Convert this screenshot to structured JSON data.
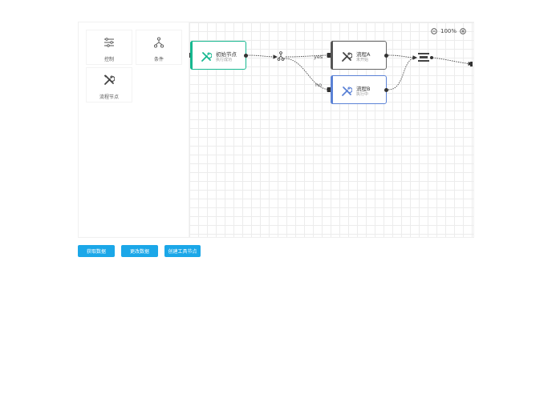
{
  "palette": {
    "items": [
      {
        "label": "控制",
        "icon": "sliders-icon"
      },
      {
        "label": "条件",
        "icon": "branch-icon"
      },
      {
        "label": "流程节点",
        "icon": "tools-icon"
      }
    ]
  },
  "canvas": {
    "zoom_label": "100%",
    "nodes": [
      {
        "title": "初始节点",
        "status": "执行成功",
        "accent": "#17b890"
      },
      {
        "title": "流程A",
        "status": "未开始",
        "accent": "#555555"
      },
      {
        "title": "流程B",
        "status": "执行中",
        "accent": "#5b82d6"
      }
    ],
    "edges": {
      "yes_label": "yes",
      "no_label": "no"
    }
  },
  "actions": {
    "get_data": "获取数据",
    "change_data": "更改数据",
    "create_tool_node": "创建工具节点"
  },
  "colors": {
    "primary_button": "#1ba7e8",
    "success": "#17b890",
    "running": "#5b82d6",
    "grid": "#ececec"
  }
}
